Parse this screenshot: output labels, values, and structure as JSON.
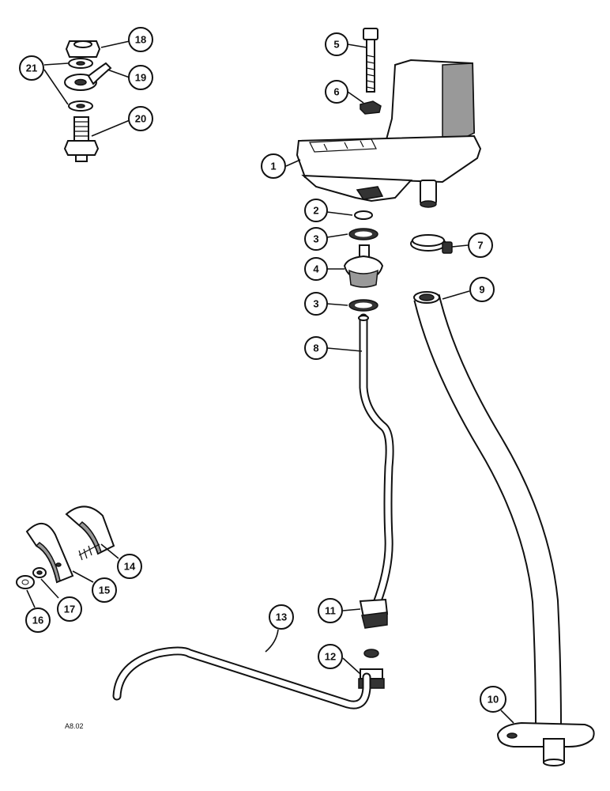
{
  "figure_code": "A8.02",
  "callouts": [
    {
      "id": "c1",
      "label": "1"
    },
    {
      "id": "c2",
      "label": "2"
    },
    {
      "id": "c3a",
      "label": "3"
    },
    {
      "id": "c3b",
      "label": "3"
    },
    {
      "id": "c4",
      "label": "4"
    },
    {
      "id": "c5",
      "label": "5"
    },
    {
      "id": "c6",
      "label": "6"
    },
    {
      "id": "c7",
      "label": "7"
    },
    {
      "id": "c8",
      "label": "8"
    },
    {
      "id": "c9",
      "label": "9"
    },
    {
      "id": "c10",
      "label": "10"
    },
    {
      "id": "c11",
      "label": "11"
    },
    {
      "id": "c12",
      "label": "12"
    },
    {
      "id": "c13",
      "label": "13"
    },
    {
      "id": "c14",
      "label": "14"
    },
    {
      "id": "c15",
      "label": "15"
    },
    {
      "id": "c16",
      "label": "16"
    },
    {
      "id": "c17",
      "label": "17"
    },
    {
      "id": "c18",
      "label": "18"
    },
    {
      "id": "c19",
      "label": "19"
    },
    {
      "id": "c20",
      "label": "20"
    },
    {
      "id": "c21",
      "label": "21"
    }
  ]
}
